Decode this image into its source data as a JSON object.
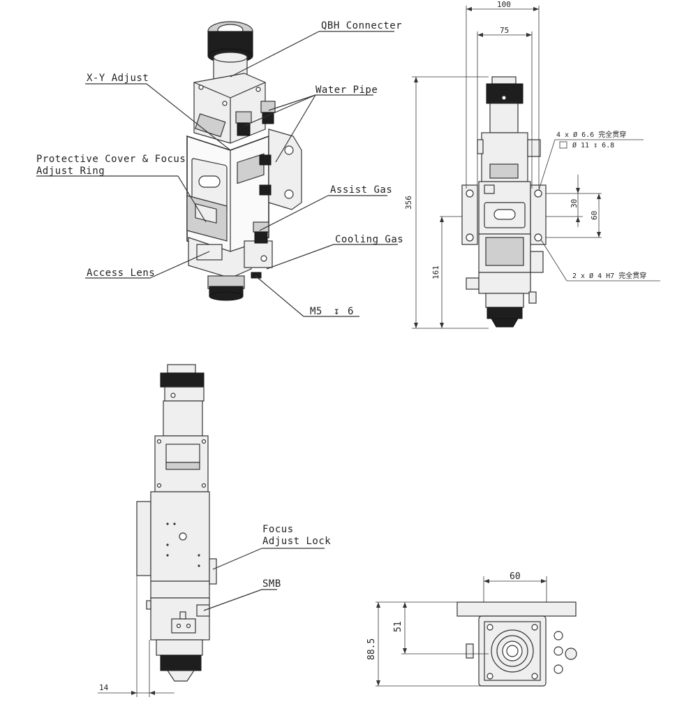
{
  "view_iso": {
    "labels": {
      "qbh_connecter": "QBH Connecter",
      "xy_adjust": "X-Y Adjust",
      "water_pipe": "Water Pipe",
      "protective_cover_line1": "Protective Cover & Focus",
      "protective_cover_line2": "Adjust Ring",
      "assist_gas": "Assist Gas",
      "cooling_gas": "Cooling Gas",
      "access_lens": "Access Lens",
      "thread_m5": "M5",
      "thread_depth": "6"
    }
  },
  "view_front": {
    "dims": {
      "width_100": "100",
      "width_75": "75",
      "height_356": "356",
      "height_161": "161",
      "v_30": "30",
      "v_60": "60"
    },
    "notes": {
      "holes_4x_line1": "4 x Ø 6.6 完全贯穿",
      "holes_4x_line2": "Ø 11 ↧ 6.8",
      "holes_2x": "2 x Ø 4  H7 完全贯穿"
    }
  },
  "view_side": {
    "labels": {
      "focus_adjust_lock_line1": "Focus",
      "focus_adjust_lock_line2": "Adjust Lock",
      "smb": "SMB"
    },
    "dims": {
      "offset_14": "14"
    }
  },
  "view_bottom": {
    "dims": {
      "width_60": "60",
      "v_51": "51",
      "v_88_5": "88.5"
    }
  }
}
